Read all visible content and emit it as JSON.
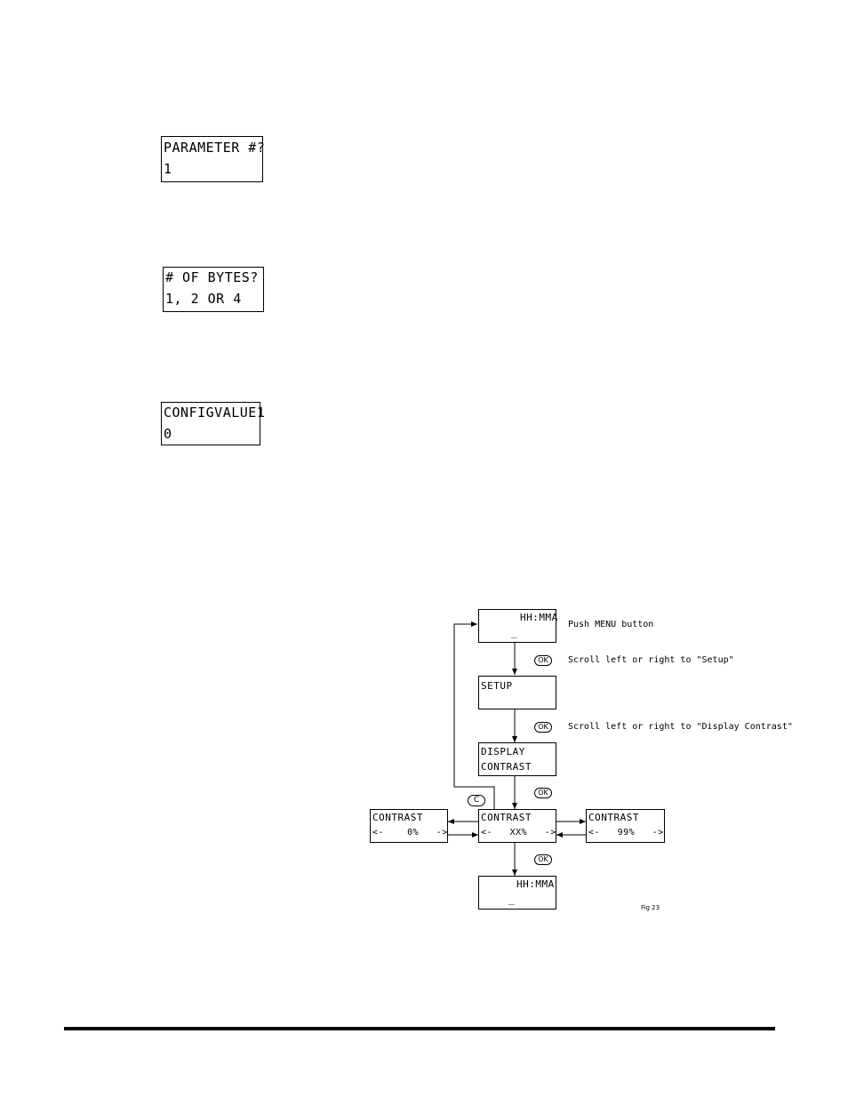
{
  "top_displays": [
    {
      "line1": "PARAMETER #?",
      "line2": "1"
    },
    {
      "line1": "# OF BYTES?",
      "line2": "1, 2 OR 4"
    },
    {
      "line1": "CONFIGVALUE1",
      "line2": "0"
    }
  ],
  "flow": {
    "start": {
      "line1": "HH:MMA",
      "line2": "_"
    },
    "setup": {
      "line1": "SETUP",
      "line2": ""
    },
    "display_contrast": {
      "line1": "DISPLAY",
      "line2": "CONTRAST"
    },
    "contrast_current": {
      "line1": "CONTRAST",
      "line2": "<-   XX%   ->"
    },
    "contrast_min": {
      "line1": "CONTRAST",
      "line2": "<-    0%   ->"
    },
    "contrast_max": {
      "line1": "CONTRAST",
      "line2": "<-   99%   ->"
    },
    "end": {
      "line1": "HH:MMA",
      "line2": "_"
    },
    "notes": {
      "push_menu": "Push MENU button",
      "scroll_setup": "Scroll left or right to \"Setup\"",
      "scroll_contrast": "Scroll left or right to \"Display Contrast\""
    },
    "ok_label": "OK",
    "c_label": "C",
    "fig_label": "Fig 23"
  }
}
